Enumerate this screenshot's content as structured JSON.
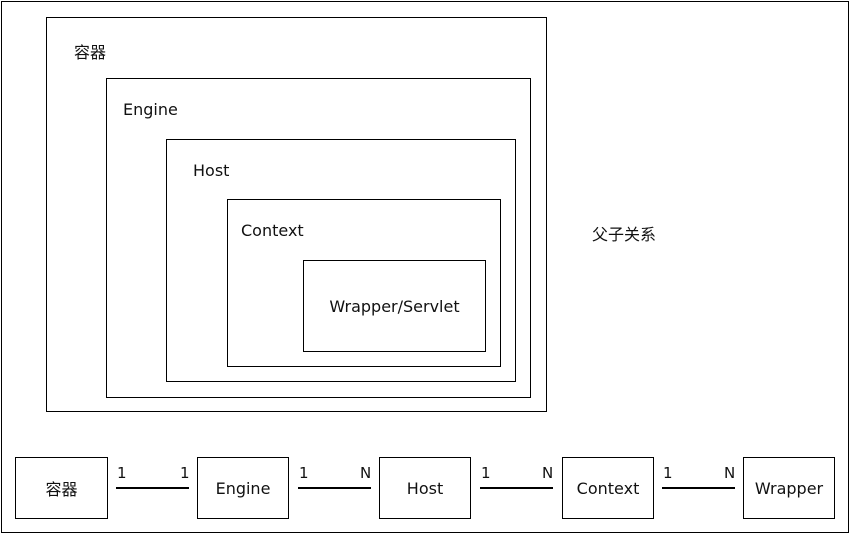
{
  "nested": {
    "container_label": "容器",
    "engine_label": "Engine",
    "host_label": "Host",
    "context_label": "Context",
    "wrapper_label": "Wrapper/Servlet"
  },
  "relation_note": "父子关系",
  "chain": {
    "nodes": [
      "容器",
      "Engine",
      "Host",
      "Context",
      "Wrapper"
    ],
    "links": [
      {
        "left": "1",
        "right": "1"
      },
      {
        "left": "1",
        "right": "N"
      },
      {
        "left": "1",
        "right": "N"
      },
      {
        "left": "1",
        "right": "N"
      }
    ]
  }
}
